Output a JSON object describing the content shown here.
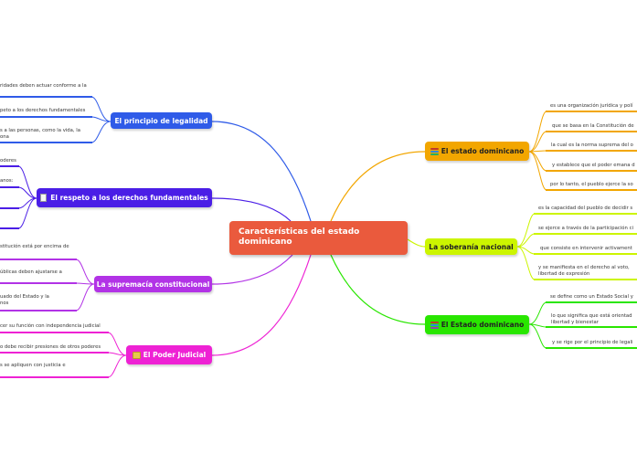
{
  "central": {
    "title": "Características del estado dominicano"
  },
  "colors": {
    "central": "#ea5a3d",
    "legalidad": "#2f5be8",
    "respeto": "#4a1ee6",
    "supremacia": "#b233e6",
    "judicial": "#ee22d4",
    "estado1": "#f2a600",
    "soberania": "#ccf500",
    "estado2": "#29e600"
  },
  "branches": {
    "legalidad": {
      "label": "El principio de legalidad",
      "leaves": [
        "ridades deben actuar conforme a la",
        "peto a los derechos fundamentales",
        "s a las personas, como la vida, la\nona"
      ]
    },
    "respeto": {
      "label": "El respeto a los derechos fundamentales",
      "icon": "document-icon",
      "leaves": [
        "oderes",
        "anos:",
        "",
        ""
      ]
    },
    "supremacia": {
      "label": "La supremacía constitucional",
      "leaves": [
        "stitución está por encima de",
        "úblicas deben ajustarse a",
        "uado del Estado y la\nnos"
      ]
    },
    "judicial": {
      "label": "El Poder Judicial",
      "icon": "folder-icon",
      "leaves": [
        "cer su función con independencia judicial",
        "o debe recibir presiones de otros poderes",
        "s se apliquen con justicia e"
      ]
    },
    "estado1": {
      "label": "El estado dominicano",
      "icon": "books-icon",
      "leaves": [
        "es una organización jurídica y polí",
        "que se basa en la Constitución de",
        "la cual es la norma suprema del o",
        "y establece que el poder emana d",
        "por lo tanto, el pueblo ejerce la so"
      ]
    },
    "soberania": {
      "label": "La soberanía nacional",
      "leaves": [
        "es la capacidad del pueblo de decidir s",
        "se ejerce a través de la participación ci",
        "que consiste en intervenir activament",
        "y se manifiesta en el derecho al voto,\nlibertad de expresión"
      ]
    },
    "estado2": {
      "label": "El Estado dominicano",
      "icon": "books-icon",
      "leaves": [
        "se define como un Estado Social y",
        "lo que significa que está orientad\nlibertad y bienestar",
        "y se rige por el principio de legali"
      ]
    }
  }
}
